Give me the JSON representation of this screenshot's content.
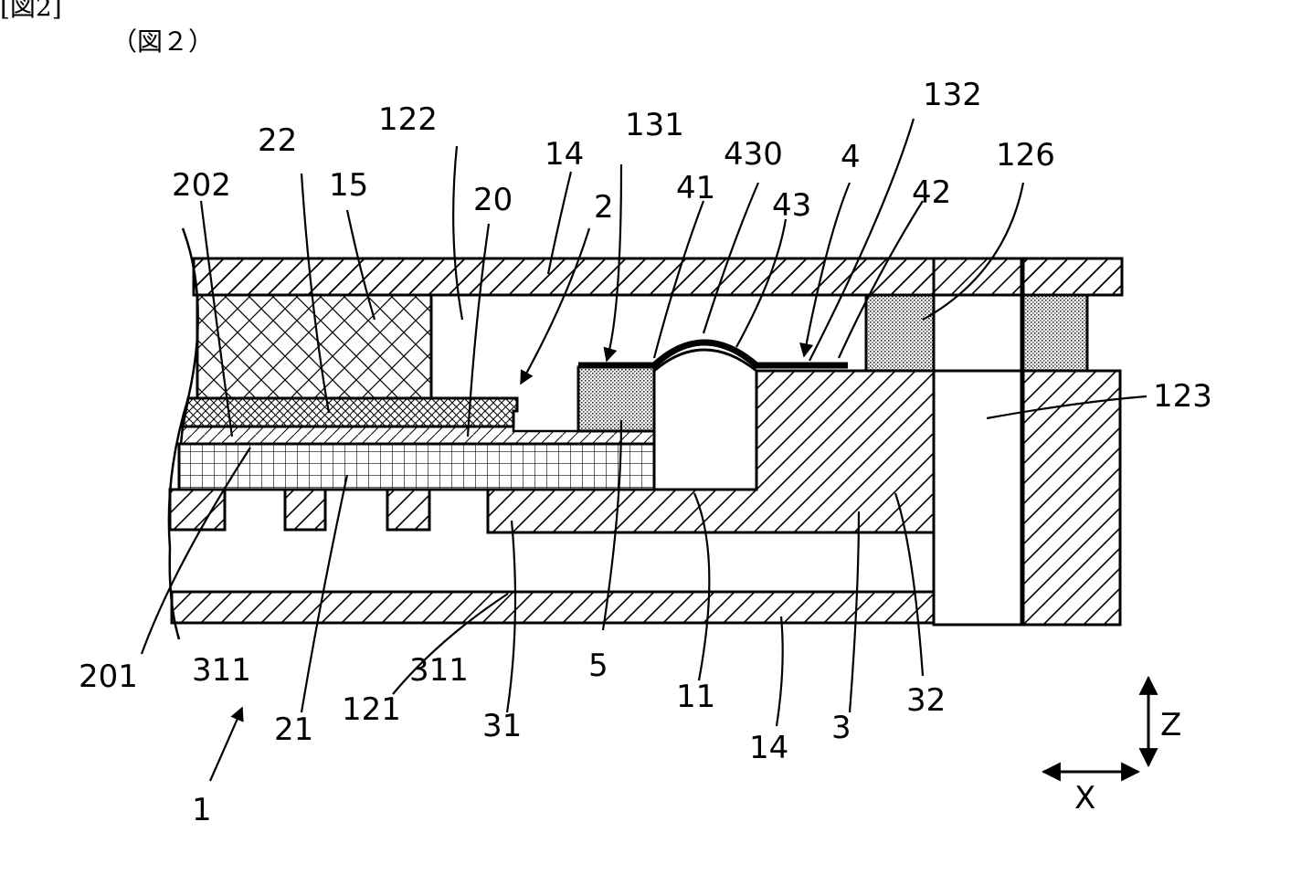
{
  "header_fragment": "[図2]",
  "caption": "（図２）",
  "labels": {
    "l132": "132",
    "l122": "122",
    "l131": "131",
    "l22": "22",
    "l14_top": "14",
    "l430": "430",
    "l4": "4",
    "l126": "126",
    "l202": "202",
    "l15": "15",
    "l41": "41",
    "l20": "20",
    "l2": "2",
    "l43": "43",
    "l42": "42",
    "l123": "123",
    "l201": "201",
    "l311_left": "311",
    "l311_right": "311",
    "l5": "5",
    "l11": "11",
    "l32": "32",
    "l121": "121",
    "l21": "21",
    "l31": "31",
    "l3": "3",
    "l14_bottom": "14",
    "l1": "1"
  },
  "axes": {
    "z": "Z",
    "x": "X"
  }
}
